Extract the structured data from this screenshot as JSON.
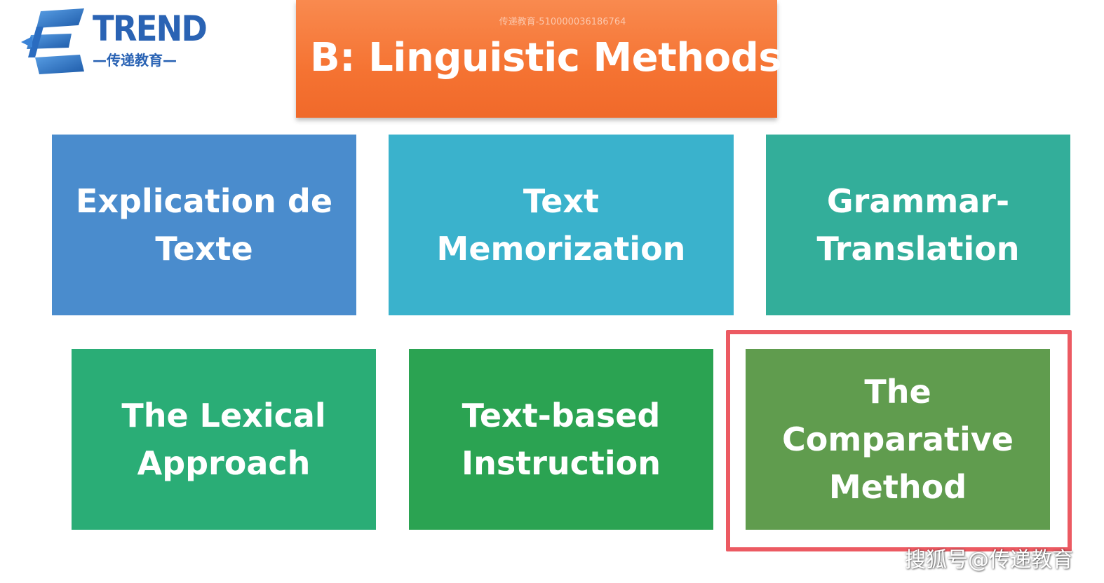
{
  "logo": {
    "wordmark": "TREND",
    "subtitle": "—传递教育—"
  },
  "watermark_top": "传递教育-510000036186764",
  "title": "B: Linguistic Methods",
  "methods": [
    "Explication de Texte",
    "Text Memorization",
    "Grammar-Translation",
    "The Lexical Approach",
    "Text-based Instruction",
    "The Comparative Method"
  ],
  "highlighted_method": "The Comparative Method",
  "colors": {
    "title_bg": "#f57332",
    "tile_1": "#4a8ccd",
    "tile_2": "#3ab2cc",
    "tile_3": "#33ae9a",
    "tile_4": "#2aad76",
    "tile_5": "#2ba352",
    "tile_6": "#609c4e",
    "highlight_border": "#ec5a62",
    "logo_blue": "#2a63b4"
  },
  "watermark_bottom": "搜狐号@传递教育"
}
